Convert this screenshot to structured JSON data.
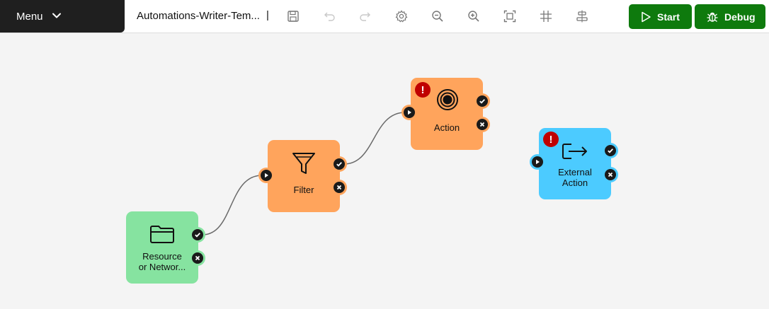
{
  "toolbar": {
    "menu_label": "Menu",
    "title": "Automations-Writer-Tem...",
    "caret": "|",
    "icons": [
      "save-icon",
      "undo-icon",
      "redo-icon",
      "settings-icon",
      "zoom-out-icon",
      "zoom-in-icon",
      "fit-screen-icon",
      "grid-icon",
      "align-icon"
    ],
    "start_label": "Start",
    "debug_label": "Debug",
    "accent": "#0e7a0d"
  },
  "nodes": {
    "resource": {
      "label": "Resource\nor Networ...",
      "color": "#86e3a0",
      "icon": "folder-icon"
    },
    "filter": {
      "label": "Filter",
      "color": "#ffa45c",
      "icon": "funnel-icon"
    },
    "action": {
      "label": "Action",
      "color": "#ffa45c",
      "icon": "target-icon",
      "warning": "!"
    },
    "external": {
      "label": "External\nAction",
      "color": "#4ccbff",
      "icon": "exit-arrow-icon",
      "warning": "!"
    }
  }
}
